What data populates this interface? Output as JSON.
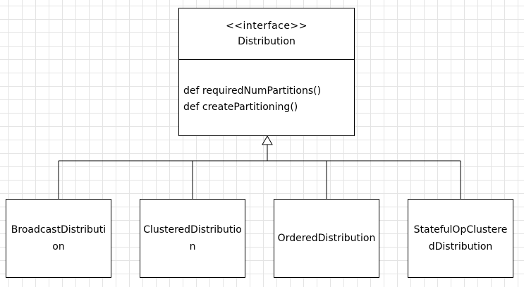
{
  "interface": {
    "stereotype": "<<interface>>",
    "name": "Distribution",
    "methods": [
      "def requiredNumPartitions()",
      "def createPartitioning()"
    ]
  },
  "implementations": [
    "BroadcastDistribution",
    "ClusteredDistribution",
    "OrderedDistribution",
    "StatefulOpClusteredDistribution"
  ],
  "relationship": "realization",
  "colors": {
    "line": "#000000",
    "grid": "#e4e4e4",
    "background": "#ffffff"
  }
}
